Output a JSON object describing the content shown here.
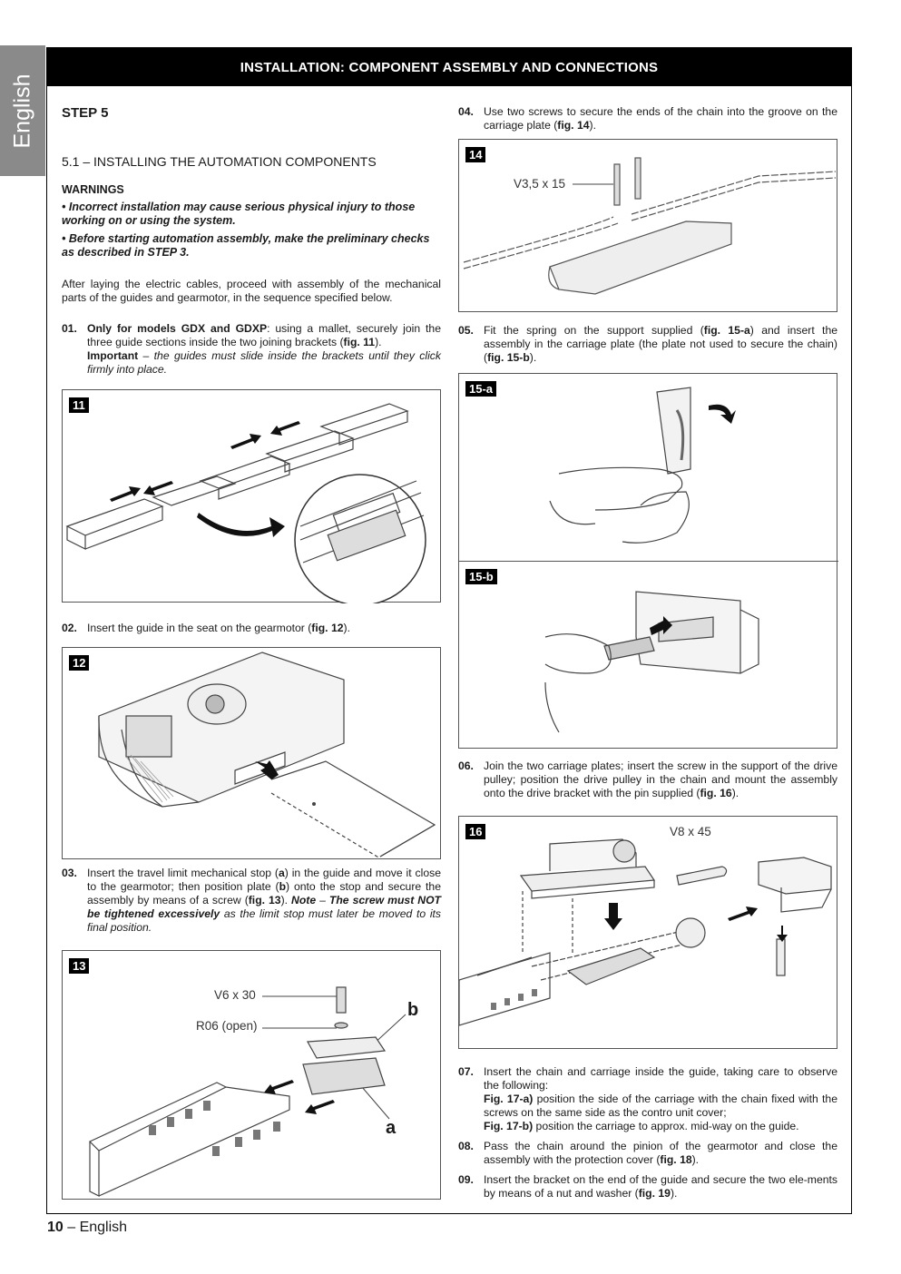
{
  "side_tab": "English",
  "header": "INSTALLATION: COMPONENT ASSEMBLY AND CONNECTIONS",
  "step_title": "STEP 5",
  "section_title": "5.1 – INSTALLING THE AUTOMATION COMPONENTS",
  "warnings_title": "WARNINGS",
  "warning_1": "• Incorrect installation may cause serious physical injury to those working on or using the system.",
  "warning_2": "• Before starting automation assembly, make the preliminary checks as described in STEP 3.",
  "intro": "After laying the electric cables, proceed with assembly of the mechanical parts of the guides and gearmotor, in the sequence specified below.",
  "steps": {
    "s01": {
      "num": "01.",
      "bold": "Only for models GDX and GDXP",
      "t1": ": using a mallet, securely join the three guide sections inside the two joining brackets (",
      "fig": "fig. 11",
      "t2": ").",
      "imp_bold": "Important",
      "imp_dash": " – ",
      "imp_italic": "the guides must slide inside the brackets until they click firmly into place."
    },
    "s02": {
      "num": "02.",
      "t1": "Insert the guide in the seat on the gearmotor (",
      "fig": "fig. 12",
      "t2": ")."
    },
    "s03": {
      "num": "03.",
      "t1": "Insert the travel limit mechanical stop (",
      "a": "a",
      "t2": ") in the guide and move it close to the gearmotor; then position plate (",
      "b": "b",
      "t3": ") onto the stop and secure the assembly by means of a screw (",
      "fig": "fig. 13",
      "t4": "). ",
      "note_bi": "Note",
      "t5": " – ",
      "note_bi2": "The screw must NOT be tightened excessively",
      "note_i": " as the limit stop must later be moved to its final position."
    },
    "s04": {
      "num": "04.",
      "t1": "Use two screws to secure the ends of the chain into the groove on the carriage plate (",
      "fig": "fig. 14",
      "t2": ")."
    },
    "s05": {
      "num": "05.",
      "t1": "Fit the spring on the support supplied (",
      "fig1": "fig. 15-a",
      "t2": ") and insert the assembly in the carriage plate (the plate not used to secure the chain) (",
      "fig2": "fig. 15-b",
      "t3": ")."
    },
    "s06": {
      "num": "06.",
      "t1": "Join the two carriage plates; insert the screw in the support of the drive pulley; position the drive pulley in the chain and mount the assembly onto the drive bracket with the pin supplied (",
      "fig": "fig. 16",
      "t2": ")."
    },
    "s07": {
      "num": "07.",
      "t1": "Insert the chain and carriage inside the guide, taking care to observe the following:",
      "a_bold": "Fig. 17-a)",
      "a_text": " position the side of the carriage with the chain fixed with the screws on the same side as the contro unit cover;",
      "b_bold": "Fig. 17-b)",
      "b_text": " position the carriage to approx. mid-way on the guide."
    },
    "s08": {
      "num": "08.",
      "t1": "Pass the chain around the pinion of the gearmotor and close the assembly with the protection cover (",
      "fig": "fig. 18",
      "t2": ")."
    },
    "s09": {
      "num": "09.",
      "t1": "Insert the bracket on the end of the guide and secure the two ele-ments by means of a nut and washer (",
      "fig": "fig. 19",
      "t2": ")."
    }
  },
  "figures": {
    "f11": {
      "label": "11"
    },
    "f12": {
      "label": "12"
    },
    "f13": {
      "label": "13",
      "c1": "V6 x 30",
      "c2": "R06 (open)",
      "la": "a",
      "lb": "b"
    },
    "f14": {
      "label": "14",
      "c1": "V3,5 x 15"
    },
    "f15a": {
      "label": "15-a"
    },
    "f15b": {
      "label": "15-b"
    },
    "f16": {
      "label": "16",
      "c1": "V8 x 45"
    }
  },
  "footer": {
    "page": "10",
    "rest": " – English"
  }
}
